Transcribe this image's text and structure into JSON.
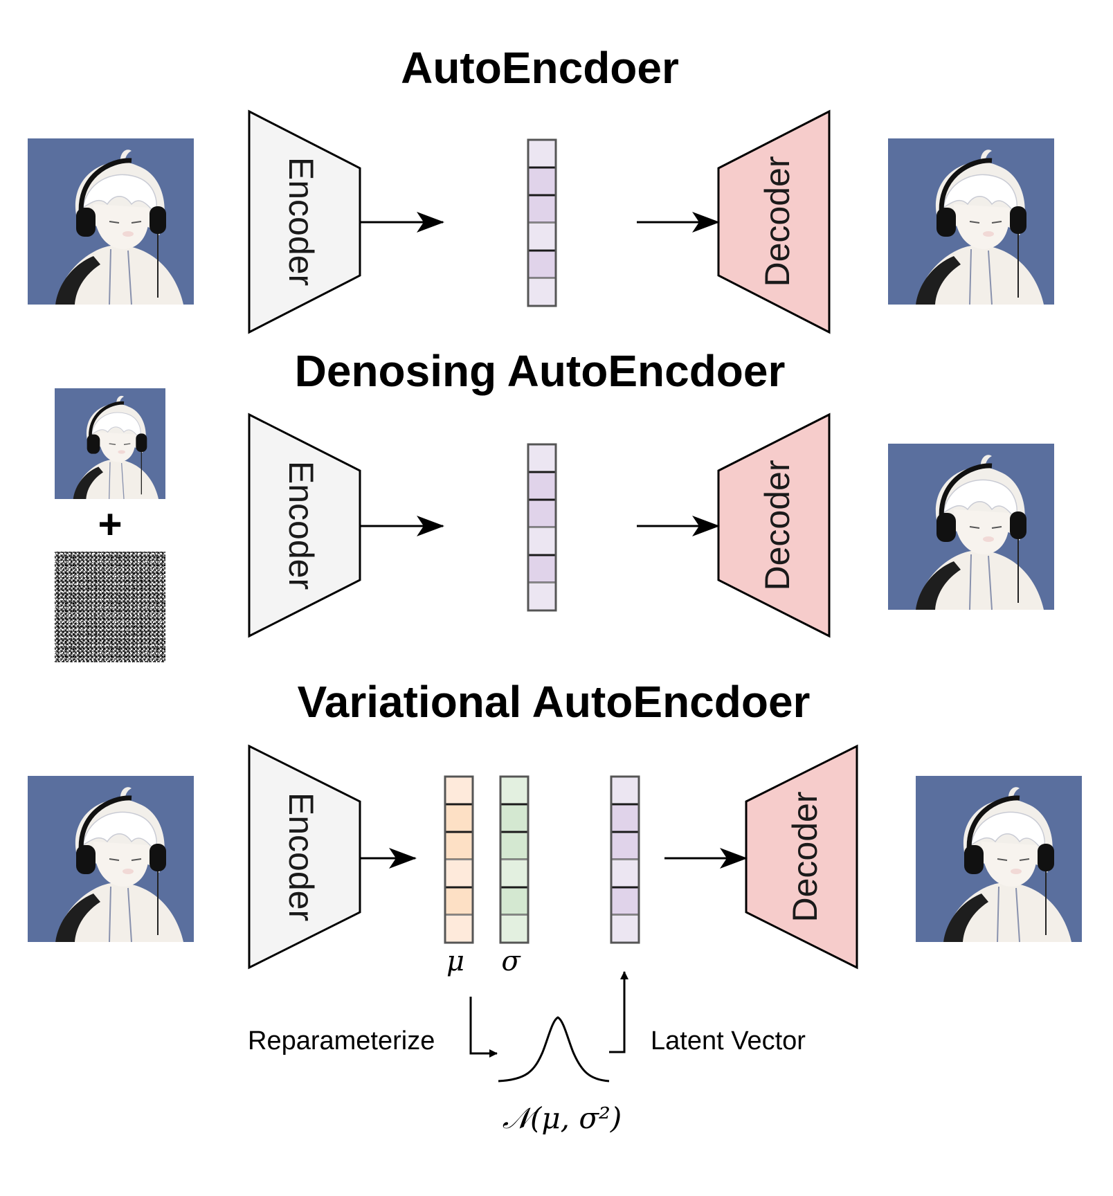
{
  "titles": {
    "ae": "AutoEncdoer",
    "dae": "Denosing AutoEncdoer",
    "vae": "Variational AutoEncdoer"
  },
  "blocks": {
    "encoder": "Encoder",
    "decoder": "Decoder"
  },
  "vae": {
    "mu_symbol": "μ",
    "sigma_symbol": "σ",
    "reparameterize_label": "Reparameterize",
    "latent_vector_label": "Latent Vector",
    "distribution_label": "𝒩(μ, σ²)"
  },
  "dae": {
    "plus_symbol": "+"
  },
  "colors": {
    "encoder_fill": "#f4f4f4",
    "decoder_fill": "#f6cccb",
    "latent_light": "#ece6f2",
    "latent_dark": "#e0d3ea",
    "mu_light": "#feeadb",
    "mu_dark": "#fde0c5",
    "sigma_light": "#e3f0e0",
    "sigma_dark": "#d4e8d1",
    "image_bg": "#5a6f9e"
  }
}
